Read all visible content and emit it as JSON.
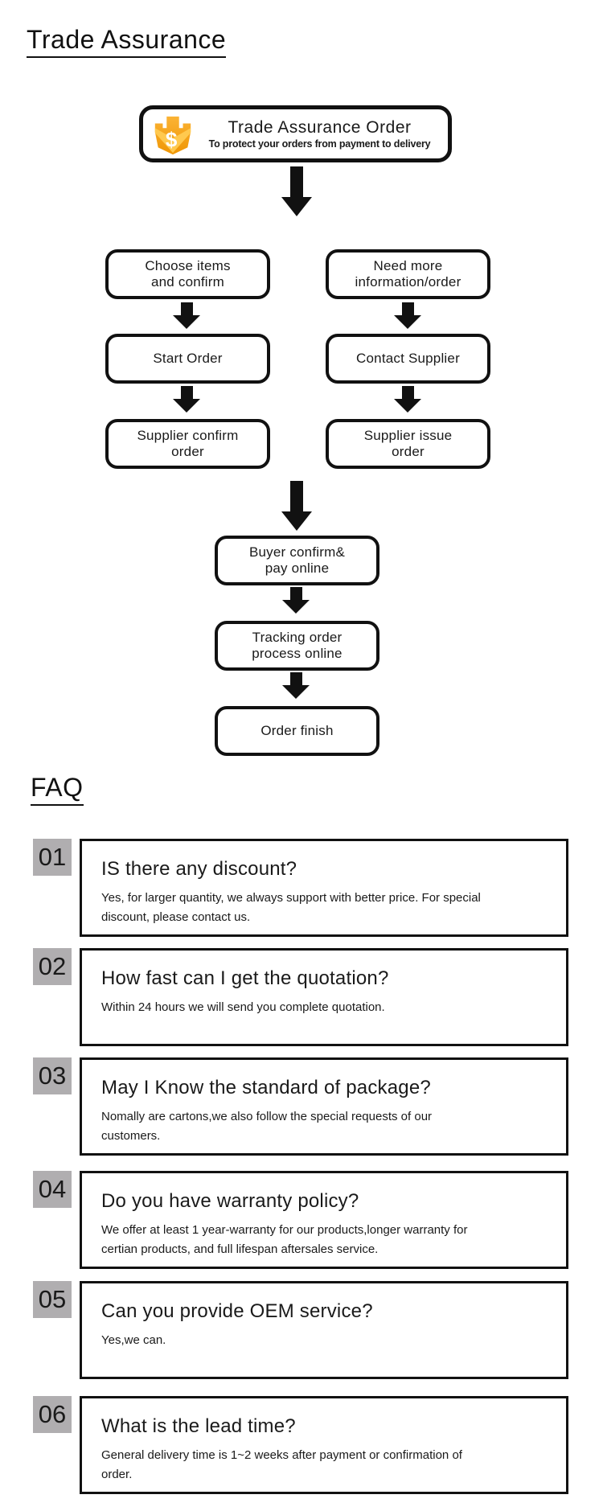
{
  "trade_assurance": {
    "title": "Trade Assurance",
    "badge": {
      "title": "Trade Assurance Order",
      "subtitle": "To protect your orders from payment to delivery",
      "icon": "trade-assurance-shield-icon",
      "icon_symbol": "$",
      "icon_colors": {
        "top": "#fbb335",
        "bottom": "#ef9604",
        "highlight": "#ffc94f",
        "dollar": "#ffffff"
      }
    },
    "flow": {
      "left_column": [
        "Choose items\nand confirm",
        "Start Order",
        "Supplier confirm\norder"
      ],
      "right_column": [
        "Need more\ninformation/order",
        "Contact Supplier",
        "Supplier issue\norder"
      ],
      "merged_column": [
        "Buyer confirm&\npay online",
        "Tracking order\nprocess online",
        "Order finish"
      ]
    }
  },
  "faq": {
    "title": "FAQ",
    "number_badge_color": "#b0aeb0",
    "items": [
      {
        "number": "01",
        "question": "IS there any discount?",
        "answer": "Yes, for larger quantity, we always support with better price. For special\ndiscount, please contact us."
      },
      {
        "number": "02",
        "question": "How fast can I get the quotation?",
        "answer": "Within 24 hours we will send you complete quotation."
      },
      {
        "number": "03",
        "question": "May I Know the standard of package?",
        "answer": "Nomally are cartons,we also follow the special requests of our\ncustomers."
      },
      {
        "number": "04",
        "question": "Do you have warranty policy?",
        "answer": "We offer at least 1 year-warranty for our products,longer warranty for\ncertian products, and full lifespan aftersales service."
      },
      {
        "number": "05",
        "question": "Can you provide OEM service?",
        "answer": "Yes,we can."
      },
      {
        "number": "06",
        "question": "What is the lead time?",
        "answer": "General delivery time is 1~2 weeks after payment or confirmation of\norder."
      }
    ]
  }
}
